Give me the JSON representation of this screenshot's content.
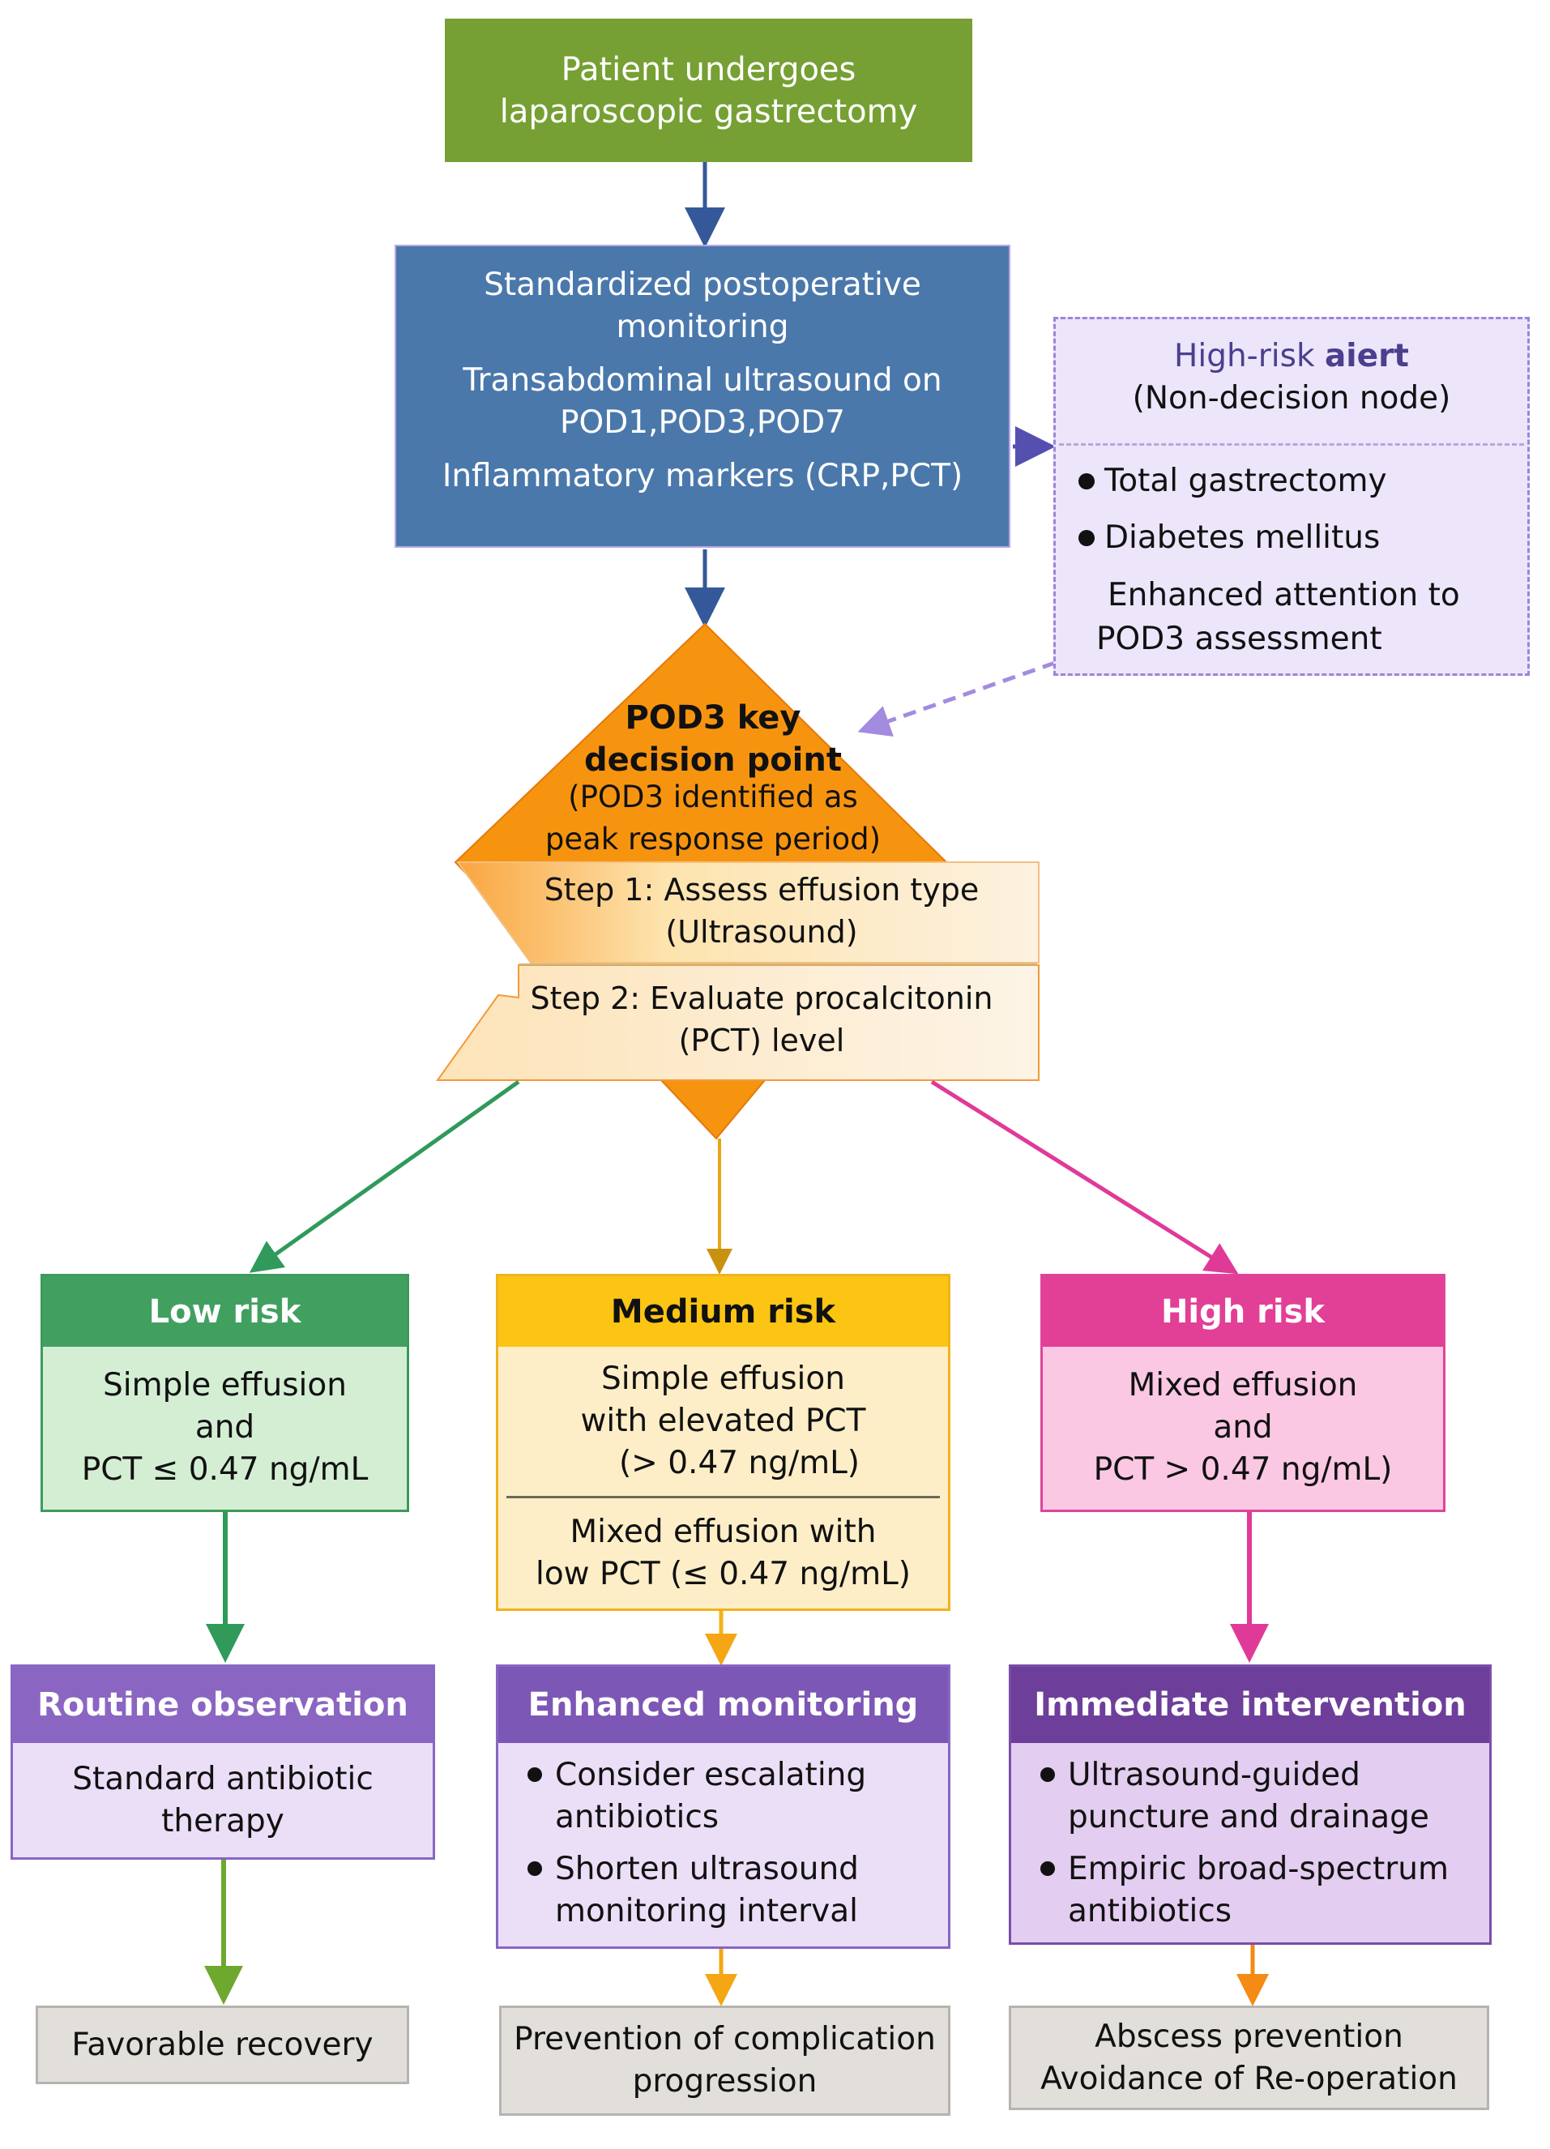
{
  "start": {
    "lines": [
      "Patient undergoes",
      "laparoscopic gastrectomy"
    ]
  },
  "monitoring": {
    "items": [
      "Standardized postoperative monitoring",
      "Transabdominal ultrasound on POD1,POD3,POD7",
      "Inflammatory markers (CRP,PCT)"
    ],
    "lines": [
      "Standardized postoperative",
      "monitoring",
      "Transabdominal ultrasound on",
      "POD1,POD3,POD7",
      "Inflammatory markers (CRP,PCT)"
    ]
  },
  "alert": {
    "title_prefix": "High-risk ",
    "title_bold": "aiert",
    "subtitle": "(Non-decision node)",
    "bullets": [
      "Total gastrectomy",
      "Diabetes mellitus"
    ],
    "note_lines": [
      "Enhanced attention to",
      "POD3 assessment"
    ]
  },
  "decision": {
    "title_lines": [
      "POD3 key",
      "decision point"
    ],
    "subtitle_lines": [
      "(POD3 identified as",
      "peak response period)"
    ],
    "step1_lines": [
      "Step 1: Assess effusion type",
      "(Ultrasound)"
    ],
    "step2_lines": [
      "Step 2: Evaluate procalcitonin",
      "(PCT) level"
    ]
  },
  "risks": {
    "low": {
      "title": "Low risk",
      "lines": [
        "Simple effusion",
        "and",
        "PCT ≤ 0.47 ng/mL"
      ]
    },
    "medium": {
      "title": "Medium risk",
      "part1_lines": [
        "Simple effusion",
        "with elevated PCT",
        "(> 0.47 ng/mL)"
      ],
      "part2_lines": [
        "Mixed effusion with",
        "low PCT (≤ 0.47 ng/mL)"
      ]
    },
    "high": {
      "title": "High risk",
      "lines": [
        "Mixed effusion",
        "and",
        "PCT > 0.47 ng/mL)"
      ]
    }
  },
  "actions": {
    "routine": {
      "title": "Routine observation",
      "lines": [
        "Standard antibiotic",
        "therapy"
      ]
    },
    "enhanced": {
      "title": "Enhanced monitoring",
      "bullets": [
        {
          "lines": [
            "Consider escalating",
            "antibiotics"
          ]
        },
        {
          "lines": [
            "Shorten ultrasound",
            "monitoring interval"
          ]
        }
      ]
    },
    "immediate": {
      "title": "Immediate intervention",
      "bullets": [
        {
          "lines": [
            "Ultrasound-guided",
            "puncture and drainage"
          ]
        },
        {
          "lines": [
            "Empiric broad-spectrum",
            "antibiotics"
          ]
        }
      ]
    }
  },
  "outcomes": {
    "favorable": {
      "lines": [
        "Favorable recovery"
      ]
    },
    "prevention": {
      "lines": [
        "Prevention of complication",
        "progression"
      ]
    },
    "abscess": {
      "lines": [
        "Abscess prevention",
        "Avoidance of Re-operation"
      ]
    }
  },
  "colors": {
    "start": "#76a033",
    "monitoring": "#4a78ab",
    "alert_bg": "#ede5fa",
    "decision": "#f7940f",
    "low": "#41a060",
    "medium": "#fcc514",
    "high": "#e23f96",
    "action": "#8a66c2",
    "outcome": "#e2dfdb"
  }
}
